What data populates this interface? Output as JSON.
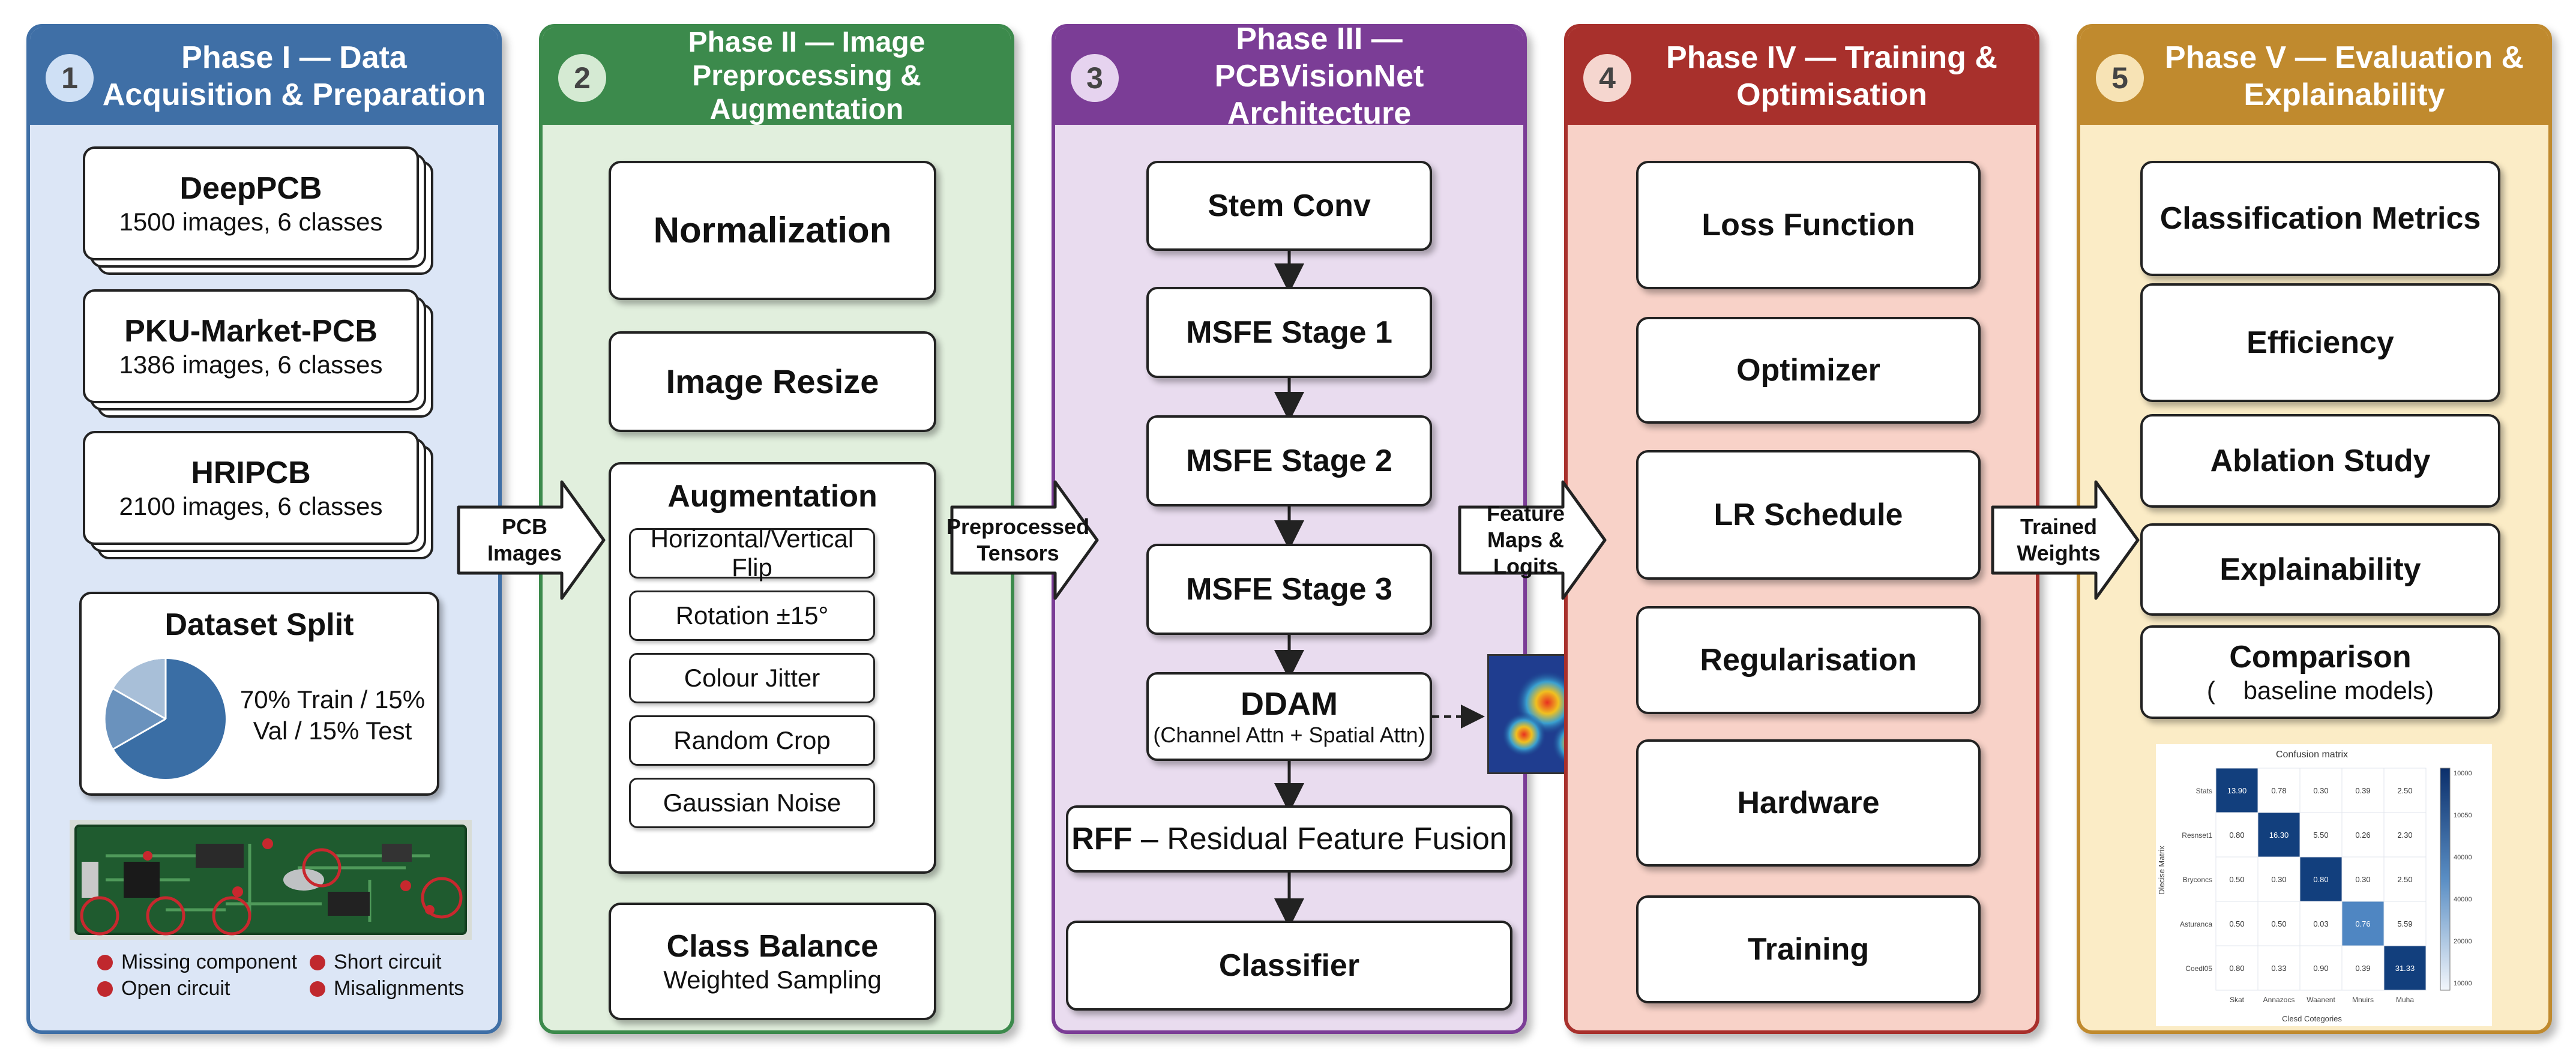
{
  "phases": [
    {
      "num": "1",
      "title": "Phase I — Data Acquisition & Preparation"
    },
    {
      "num": "2",
      "title": "Phase II — Image Preprocessing & Augmentation"
    },
    {
      "num": "3",
      "title": "Phase III — PCBVisionNet Architecture"
    },
    {
      "num": "4",
      "title": "Phase IV — Training & Optimisation"
    },
    {
      "num": "5",
      "title": "Phase V — Evaluation & Explainability"
    }
  ],
  "phase1": {
    "datasets": [
      {
        "name": "DeepPCB",
        "desc": "1500 images, 6 classes"
      },
      {
        "name": "PKU-Market-PCB",
        "desc": "1386 images, 6 classes"
      },
      {
        "name": "HRIPCB",
        "desc": "2100  images, 6 classes"
      }
    ],
    "split": {
      "title": "Dataset Split",
      "text": "70% Train / 15% Val / 15% Test"
    },
    "legend": [
      "Missing component",
      "Short circuit",
      "Open circuit",
      "Misalignments"
    ]
  },
  "phase2": {
    "normalization": "Normalization",
    "resize": "Image Resize",
    "augmentation": {
      "title": "Augmentation",
      "items": [
        "Horizontal/Vertical Flip",
        "Rotation ±15°",
        "Colour Jitter",
        "Random Crop",
        "Gaussian Noise"
      ]
    },
    "balance": {
      "title": "Class Balance",
      "sub": "Weighted Sampling"
    }
  },
  "phase3": {
    "stem": "Stem Conv",
    "msfe1": "MSFE Stage 1",
    "msfe2": "MSFE Stage 2",
    "msfe3": "MSFE Stage 3",
    "ddam": {
      "title": "DDAM",
      "sub": "(Channel Attn + Spatial Attn)"
    },
    "rff_bold": "RFF",
    "rff_rest": " – Residual Feature Fusion",
    "classifier": "Classifier"
  },
  "phase4": {
    "items": [
      "Loss Function",
      "Optimizer",
      "LR Schedule",
      "Regularisation",
      "Hardware",
      "Training"
    ]
  },
  "phase5": {
    "items": [
      "Classification Metrics",
      "Efficiency",
      "Ablation Study",
      "Explainability"
    ],
    "comparison": {
      "title": "Comparison",
      "sub": "(    baseline models)"
    },
    "confusion": {
      "title": "Confusion matrix",
      "rows": [
        "Stats",
        "Resnset1",
        "Bryconcs",
        "Asturanca",
        "Coedl05"
      ],
      "cols": [
        "Skat",
        "Annazocs",
        "Waanent",
        "Mnuirs",
        "Muha"
      ],
      "values": [
        [
          13.9,
          0.78,
          0.3,
          0.39,
          2.5
        ],
        [
          0.8,
          16.3,
          5.5,
          0.26,
          2.3
        ],
        [
          0.5,
          0.3,
          0.8,
          0.3,
          2.5
        ],
        [
          0.5,
          0.5,
          0.03,
          0.76,
          5.59
        ],
        [
          0.8,
          0.33,
          0.9,
          0.39,
          31.33
        ]
      ],
      "xlabel": "Clesd Cotegories",
      "ylabel": "Dlecise Matrix",
      "colorbar": [
        "10000",
        "10050",
        "40000",
        "40000",
        "20000",
        "10000"
      ]
    }
  },
  "connectors": [
    {
      "label": "PCB Images"
    },
    {
      "label": "Preprocessed Tensors"
    },
    {
      "label": "Feature Maps & Logits"
    },
    {
      "label": "Trained Weights"
    }
  ],
  "colors": {
    "phase1": {
      "header": "#3f6fa6",
      "bg": "#dce6f6",
      "border": "#3f6fa6"
    },
    "phase2": {
      "header": "#3c8a4c",
      "bg": "#e1efdd",
      "border": "#3c8a4c"
    },
    "phase3": {
      "header": "#7b3d96",
      "bg": "#e9dcef",
      "border": "#7b3d96"
    },
    "phase4": {
      "header": "#a8302c",
      "bg": "#f8d2c8",
      "border": "#a8302c"
    },
    "phase5": {
      "header": "#c08a2e",
      "bg": "#fbecc6",
      "border": "#c08a2e"
    }
  }
}
